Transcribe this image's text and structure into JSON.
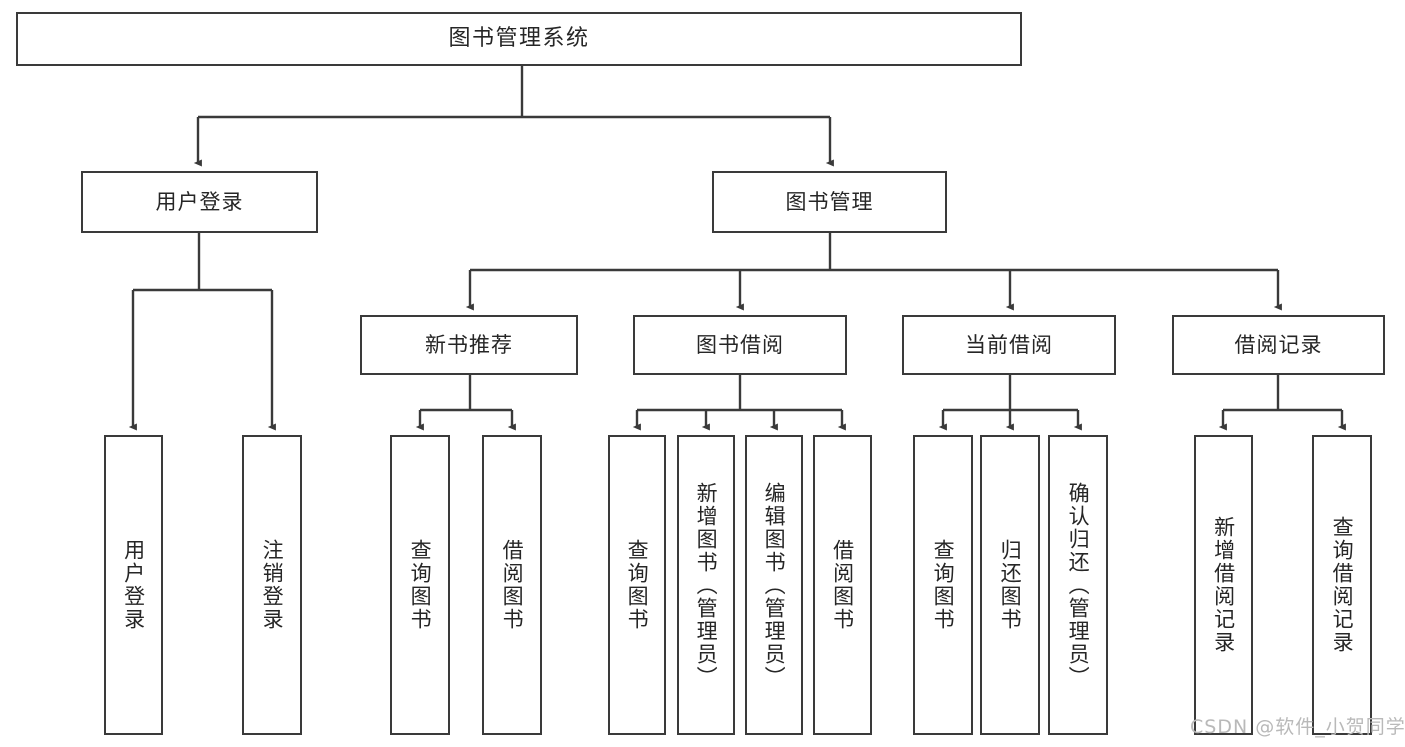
{
  "diagram": {
    "type": "tree-hierarchy",
    "title": "图书管理系统",
    "watermark": "CSDN @软件_小贺同学",
    "colors": {
      "stroke": "#3a3a3a",
      "text": "#262626",
      "background": "#ffffff",
      "watermark": "#b9b9b9"
    },
    "nodes": {
      "root": "图书管理系统",
      "level2": {
        "user_login": "用户登录",
        "book_manage": "图书管理"
      },
      "level3": {
        "new_book_rec": "新书推荐",
        "book_borrow": "图书借阅",
        "current_borrow": "当前借阅",
        "borrow_record": "借阅记录"
      },
      "leaves": {
        "user_login_1": "用户登录",
        "user_login_2": "注销登录",
        "new_book_rec_1": "查询图书",
        "new_book_rec_2": "借阅图书",
        "book_borrow_1": "查询图书",
        "book_borrow_2": "新增图书（管理员）",
        "book_borrow_3": "编辑图书（管理员）",
        "book_borrow_4": "借阅图书",
        "current_borrow_1": "查询图书",
        "current_borrow_2": "归还图书",
        "current_borrow_3": "确认归还（管理员）",
        "borrow_record_1": "新增借阅记录",
        "borrow_record_2": "查询借阅记录"
      }
    },
    "edges": [
      {
        "from": "图书管理系统",
        "to": "用户登录"
      },
      {
        "from": "图书管理系统",
        "to": "图书管理"
      },
      {
        "from": "用户登录",
        "to": "用户登录"
      },
      {
        "from": "用户登录",
        "to": "注销登录"
      },
      {
        "from": "图书管理",
        "to": "新书推荐"
      },
      {
        "from": "图书管理",
        "to": "图书借阅"
      },
      {
        "from": "图书管理",
        "to": "当前借阅"
      },
      {
        "from": "图书管理",
        "to": "借阅记录"
      },
      {
        "from": "新书推荐",
        "to": "查询图书"
      },
      {
        "from": "新书推荐",
        "to": "借阅图书"
      },
      {
        "from": "图书借阅",
        "to": "查询图书"
      },
      {
        "from": "图书借阅",
        "to": "新增图书（管理员）"
      },
      {
        "from": "图书借阅",
        "to": "编辑图书（管理员）"
      },
      {
        "from": "图书借阅",
        "to": "借阅图书"
      },
      {
        "from": "当前借阅",
        "to": "查询图书"
      },
      {
        "from": "当前借阅",
        "to": "归还图书"
      },
      {
        "from": "当前借阅",
        "to": "确认归还（管理员）"
      },
      {
        "from": "借阅记录",
        "to": "新增借阅记录"
      },
      {
        "from": "借阅记录",
        "to": "查询借阅记录"
      }
    ]
  }
}
